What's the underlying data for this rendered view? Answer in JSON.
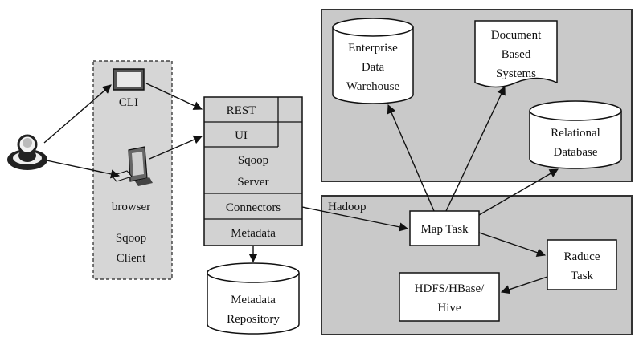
{
  "client": {
    "cli_label": "CLI",
    "browser_label": "browser",
    "title_lines": [
      "Sqoop",
      "Client"
    ]
  },
  "server": {
    "rows": [
      "REST",
      "UI",
      "Sqoop",
      "Server",
      "Connectors",
      "Metadata"
    ]
  },
  "repository": {
    "lines": [
      "Metadata",
      "Repository"
    ]
  },
  "data_sources": {
    "warehouse_lines": [
      "Enterprise",
      "Data",
      "Warehouse"
    ],
    "document_lines": [
      "Document",
      "Based",
      "Systems"
    ],
    "relational_lines": [
      "Relational",
      "Database"
    ]
  },
  "hadoop": {
    "title": "Hadoop",
    "map_task": "Map Task",
    "reduce_task_lines": [
      "Raduce",
      "Task"
    ],
    "storage_lines": [
      "HDFS/HBase/",
      "Hive"
    ]
  },
  "colors": {
    "panel_fill": "#c9c9c9",
    "panel_stroke": "#333333",
    "client_fill": "#d6d6d6",
    "line": "#111111",
    "box_fill": "#ffffff"
  }
}
